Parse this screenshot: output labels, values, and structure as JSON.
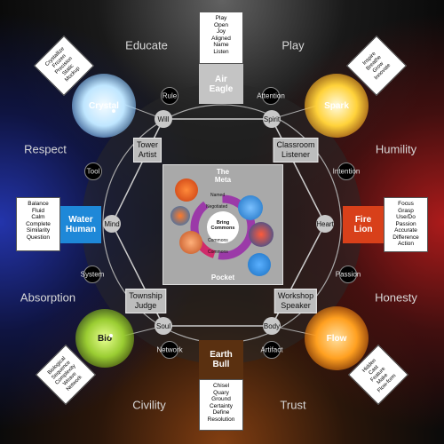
{
  "outer_labels": {
    "educate": "Educate",
    "play": "Play",
    "respect": "Respect",
    "humility": "Humility",
    "absorption": "Absorption",
    "honesty": "Honesty",
    "civility": "Civility",
    "trust": "Trust"
  },
  "ring_nodes": {
    "rule": "Rule",
    "attention": "Attention",
    "tool": "Tool",
    "intention": "Intention",
    "system": "System",
    "passion": "Passion",
    "network": "Network",
    "artifact": "Artifact"
  },
  "gray_nodes": {
    "will": "Will",
    "spirit": "Spirit",
    "mind": "Mind",
    "heart": "Heart",
    "soul": "Soul",
    "body": "Body"
  },
  "mid_boxes": {
    "tower_artist": "Tower\nArtist",
    "classroom_listener": "Classroom\nListener",
    "township_judge": "Township\nJudge",
    "workshop_speaker": "Workshop\nSpeaker"
  },
  "orbs": {
    "crystal": "Crystal",
    "spark": "Spark",
    "bio": "Bio",
    "flow": "Flow"
  },
  "tiles": {
    "air_eagle": "Air\nEagle",
    "water_human": "Water\nHuman",
    "fire_lion": "Fire\nLion",
    "earth_bull": "Earth\nBull"
  },
  "cards": {
    "top": [
      "Play",
      "Open",
      "Joy",
      "Aligned",
      "Name",
      "Listen"
    ],
    "left": [
      "Balance",
      "Fluid",
      "Calm",
      "Complete",
      "Similarity",
      "Question"
    ],
    "right": [
      "Focus",
      "Grasp",
      "Use/Do",
      "Passion",
      "Accurate",
      "Difference",
      "Action"
    ],
    "bottom": [
      "Chisel",
      "Quary",
      "Ground",
      "Certainty",
      "Define",
      "Resolution"
    ]
  },
  "diamond_cards": {
    "top_left": [
      "Crystallize",
      "Frozen",
      "Precision",
      "Static",
      "Mockup"
    ],
    "top_right": [
      "Inspire",
      "Breathe",
      "Grow",
      "Innovate"
    ],
    "bottom_left": [
      "Biological",
      "Sequence",
      "Complexity",
      "Weave",
      "Network"
    ],
    "bottom_right": [
      "Hidden",
      "Cast",
      "Feature",
      "Make",
      "Flow-form"
    ]
  },
  "meta": {
    "title": "The\nMeta",
    "footer": "Pocket",
    "ring_labels": [
      "Named",
      "Negotiated",
      "Commons",
      "Commons"
    ],
    "center": "Bring\nCommons"
  },
  "colors": {
    "water": "#1e88d8",
    "fire": "#d8401a",
    "air": "#c4c4c4",
    "earth": "#5a3010",
    "crystal": "#bfe6ff",
    "spark": "#ffd23a",
    "bio": "#9acd32",
    "flow": "#ffa020"
  }
}
